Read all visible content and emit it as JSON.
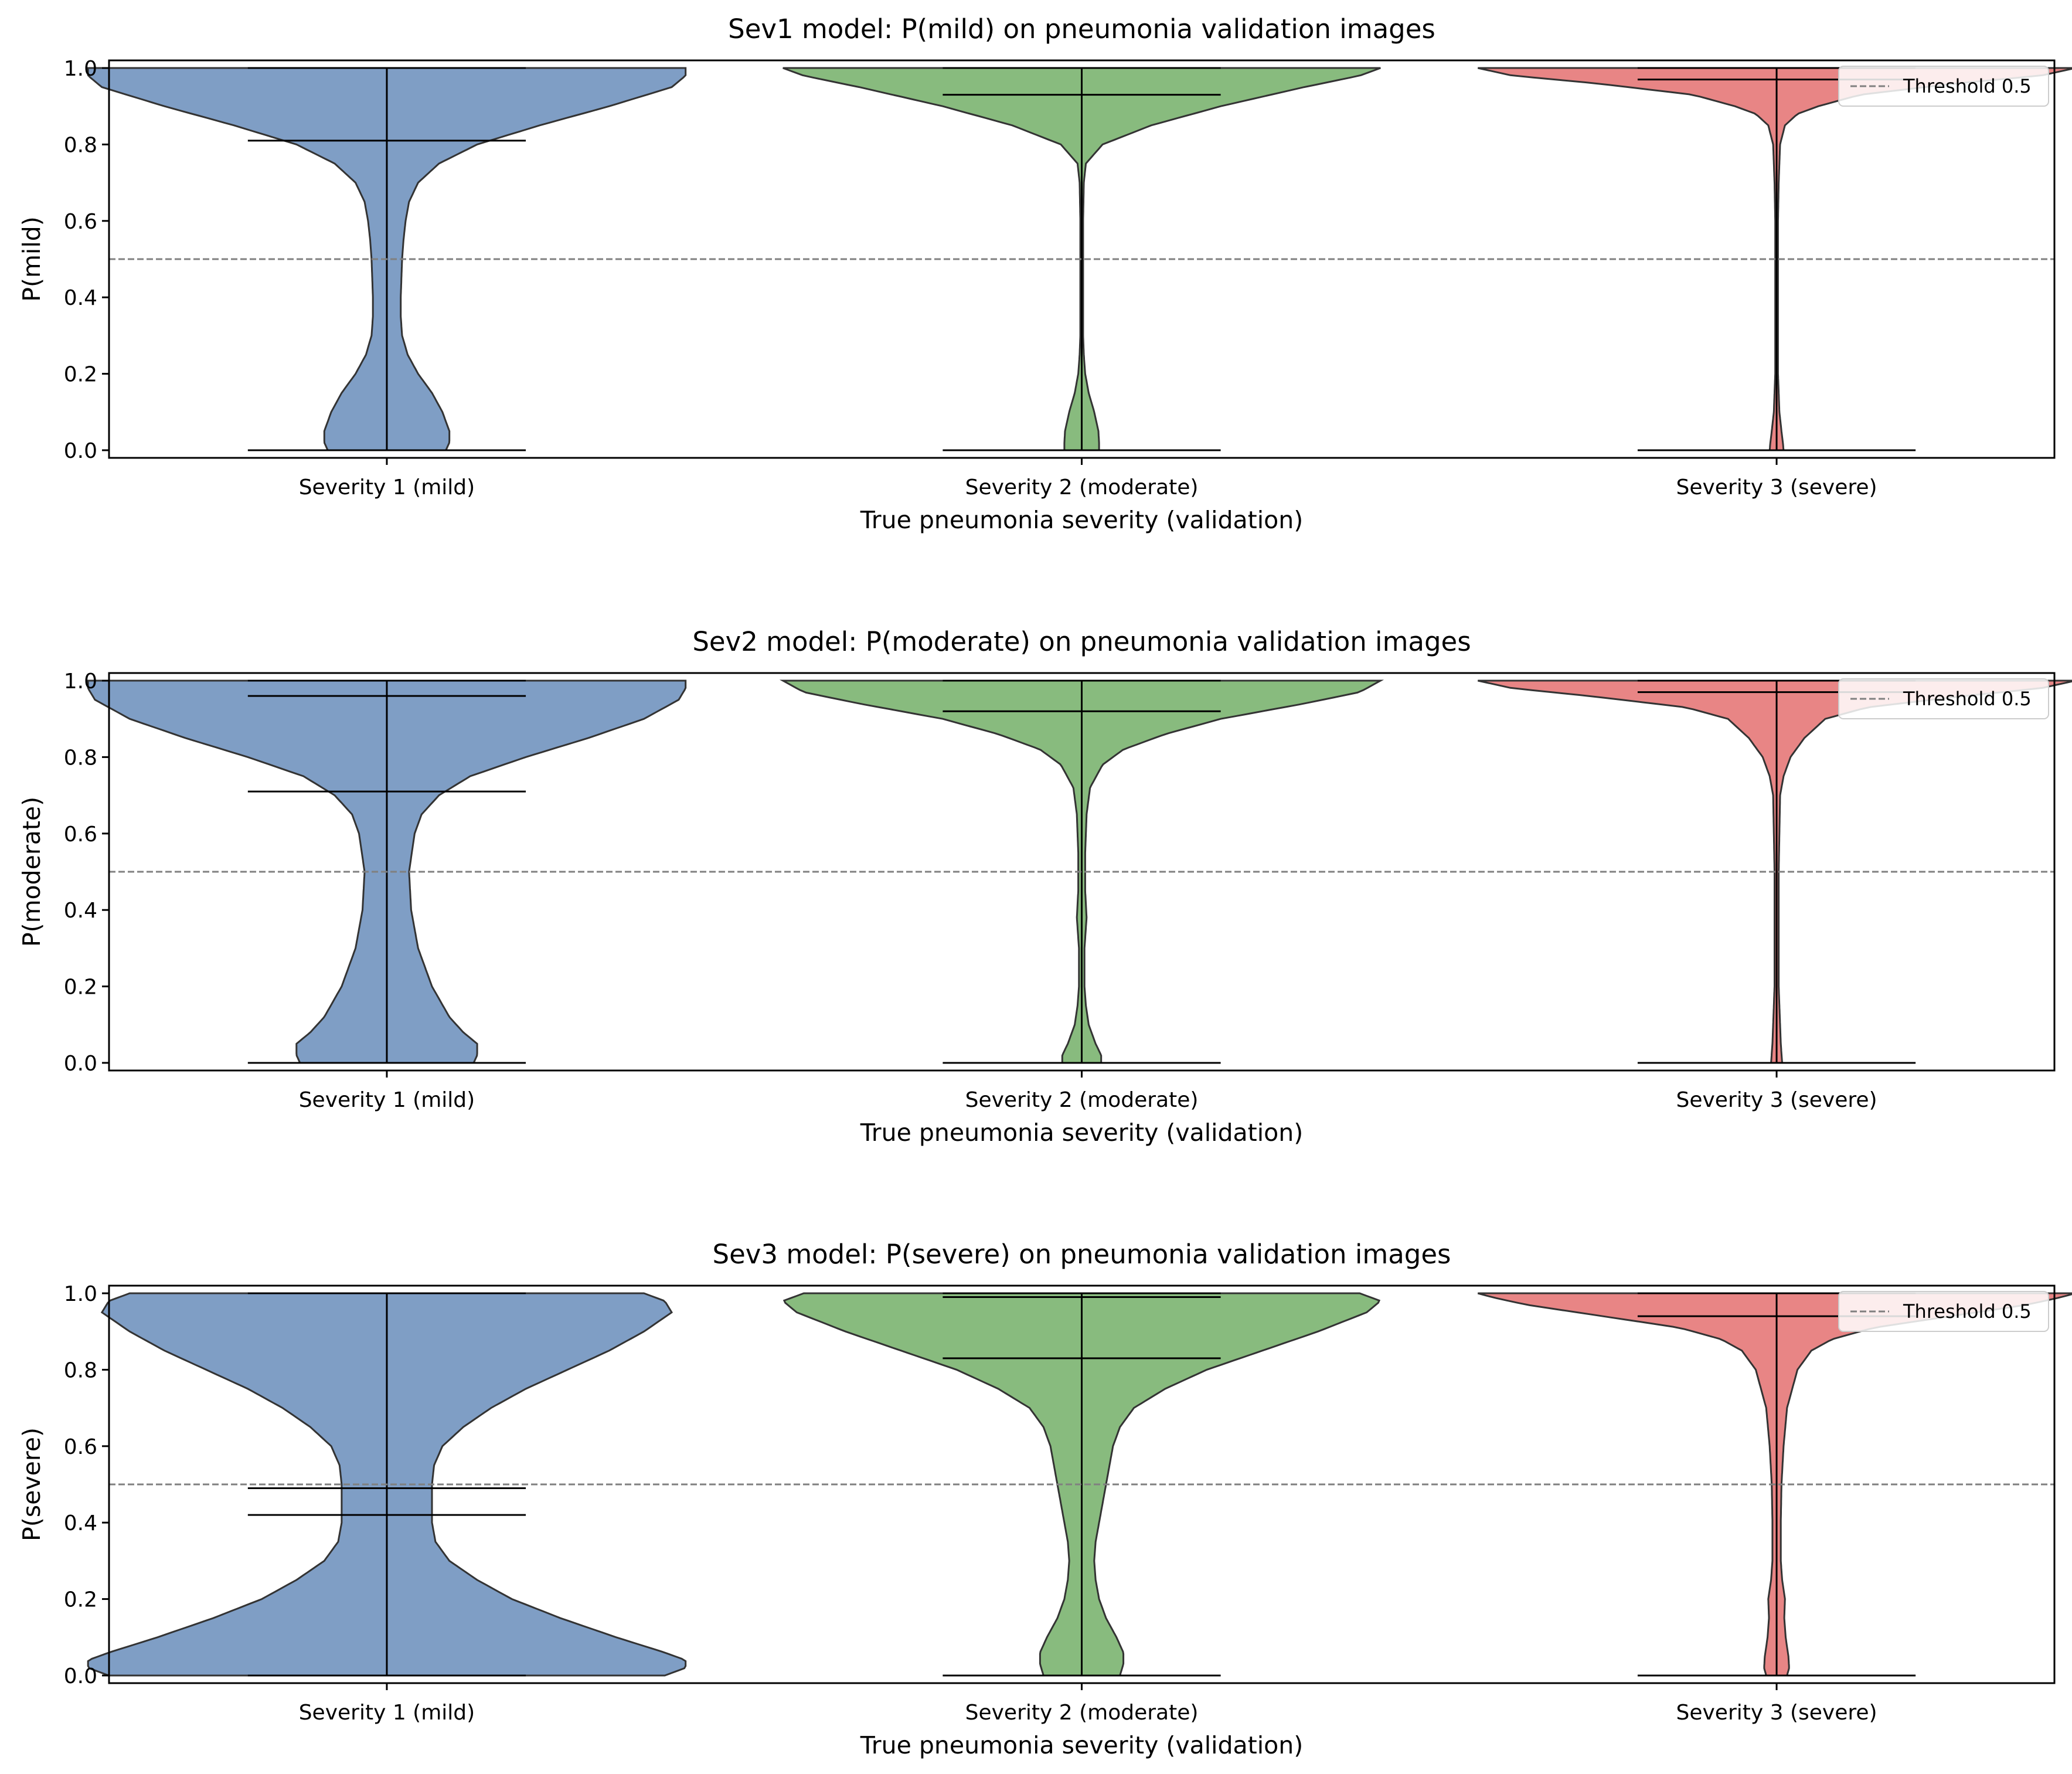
{
  "threshold": 0.5,
  "chart_data": [
    {
      "type": "violin",
      "title": "Sev1 model: P(mild) on pneumonia validation images",
      "xlabel": "True pneumonia severity (validation)",
      "ylabel": "P(mild)",
      "ylim": [
        -0.02,
        1.02
      ],
      "yticks": [
        "0.0",
        "0.2",
        "0.4",
        "0.6",
        "0.8",
        "1.0"
      ],
      "categories": [
        "Severity 1 (mild)",
        "Severity 2 (moderate)",
        "Severity 3 (severe)"
      ],
      "legend": {
        "label": "Threshold 0.5",
        "position": "top-right"
      },
      "series": [
        {
          "color": "#7f9ec5",
          "min": 0.0,
          "max": 1.0,
          "median": 0.81,
          "profile": [
            [
              0.0,
              0.085
            ],
            [
              0.02,
              0.09
            ],
            [
              0.05,
              0.09
            ],
            [
              0.1,
              0.08
            ],
            [
              0.15,
              0.065
            ],
            [
              0.2,
              0.045
            ],
            [
              0.25,
              0.03
            ],
            [
              0.3,
              0.022
            ],
            [
              0.35,
              0.02
            ],
            [
              0.4,
              0.02
            ],
            [
              0.45,
              0.021
            ],
            [
              0.5,
              0.022
            ],
            [
              0.55,
              0.024
            ],
            [
              0.6,
              0.027
            ],
            [
              0.65,
              0.032
            ],
            [
              0.7,
              0.045
            ],
            [
              0.75,
              0.075
            ],
            [
              0.8,
              0.13
            ],
            [
              0.85,
              0.22
            ],
            [
              0.9,
              0.32
            ],
            [
              0.95,
              0.41
            ],
            [
              0.98,
              0.43
            ],
            [
              1.0,
              0.43
            ]
          ]
        },
        {
          "color": "#88bb7e",
          "min": 0.0,
          "max": 1.0,
          "median": 0.93,
          "profile": [
            [
              0.0,
              0.025
            ],
            [
              0.02,
              0.025
            ],
            [
              0.05,
              0.024
            ],
            [
              0.1,
              0.018
            ],
            [
              0.15,
              0.01
            ],
            [
              0.2,
              0.005
            ],
            [
              0.25,
              0.003
            ],
            [
              0.3,
              0.002
            ],
            [
              0.4,
              0.002
            ],
            [
              0.5,
              0.002
            ],
            [
              0.6,
              0.002
            ],
            [
              0.7,
              0.003
            ],
            [
              0.75,
              0.006
            ],
            [
              0.8,
              0.03
            ],
            [
              0.85,
              0.1
            ],
            [
              0.9,
              0.2
            ],
            [
              0.95,
              0.32
            ],
            [
              0.98,
              0.4
            ],
            [
              1.0,
              0.43
            ]
          ]
        },
        {
          "color": "#e88585",
          "min": 0.0,
          "max": 1.0,
          "median": 0.97,
          "profile": [
            [
              0.0,
              0.01
            ],
            [
              0.02,
              0.009
            ],
            [
              0.05,
              0.007
            ],
            [
              0.1,
              0.004
            ],
            [
              0.2,
              0.002
            ],
            [
              0.4,
              0.002
            ],
            [
              0.6,
              0.002
            ],
            [
              0.7,
              0.003
            ],
            [
              0.8,
              0.005
            ],
            [
              0.85,
              0.012
            ],
            [
              0.88,
              0.03
            ],
            [
              0.9,
              0.06
            ],
            [
              0.93,
              0.12
            ],
            [
              0.96,
              0.26
            ],
            [
              0.98,
              0.38
            ],
            [
              1.0,
              0.43
            ]
          ]
        }
      ]
    },
    {
      "type": "violin",
      "title": "Sev2 model: P(moderate) on pneumonia validation images",
      "xlabel": "True pneumonia severity (validation)",
      "ylabel": "P(moderate)",
      "ylim": [
        -0.02,
        1.02
      ],
      "yticks": [
        "0.0",
        "0.2",
        "0.4",
        "0.6",
        "0.8",
        "1.0"
      ],
      "categories": [
        "Severity 1 (mild)",
        "Severity 2 (moderate)",
        "Severity 3 (severe)"
      ],
      "legend": {
        "label": "Threshold 0.5",
        "position": "top-right"
      },
      "series": [
        {
          "color": "#7f9ec5",
          "min": 0.0,
          "max": 1.0,
          "median": 0.71,
          "mean": 0.96,
          "profile": [
            [
              0.0,
              0.125
            ],
            [
              0.02,
              0.13
            ],
            [
              0.05,
              0.13
            ],
            [
              0.08,
              0.11
            ],
            [
              0.12,
              0.09
            ],
            [
              0.2,
              0.065
            ],
            [
              0.3,
              0.045
            ],
            [
              0.4,
              0.035
            ],
            [
              0.5,
              0.032
            ],
            [
              0.6,
              0.04
            ],
            [
              0.65,
              0.05
            ],
            [
              0.7,
              0.075
            ],
            [
              0.75,
              0.12
            ],
            [
              0.8,
              0.2
            ],
            [
              0.85,
              0.29
            ],
            [
              0.9,
              0.37
            ],
            [
              0.95,
              0.42
            ],
            [
              0.98,
              0.43
            ],
            [
              1.0,
              0.43
            ]
          ]
        },
        {
          "color": "#88bb7e",
          "min": 0.0,
          "max": 1.0,
          "median": 0.92,
          "profile": [
            [
              0.0,
              0.028
            ],
            [
              0.02,
              0.028
            ],
            [
              0.05,
              0.02
            ],
            [
              0.1,
              0.01
            ],
            [
              0.15,
              0.006
            ],
            [
              0.2,
              0.004
            ],
            [
              0.3,
              0.004
            ],
            [
              0.38,
              0.007
            ],
            [
              0.45,
              0.005
            ],
            [
              0.55,
              0.005
            ],
            [
              0.65,
              0.007
            ],
            [
              0.72,
              0.012
            ],
            [
              0.78,
              0.03
            ],
            [
              0.82,
              0.06
            ],
            [
              0.86,
              0.12
            ],
            [
              0.9,
              0.2
            ],
            [
              0.94,
              0.32
            ],
            [
              0.97,
              0.4
            ],
            [
              1.0,
              0.43
            ]
          ]
        },
        {
          "color": "#e88585",
          "min": 0.0,
          "max": 1.0,
          "median": 0.97,
          "profile": [
            [
              0.0,
              0.008
            ],
            [
              0.05,
              0.006
            ],
            [
              0.2,
              0.003
            ],
            [
              0.5,
              0.003
            ],
            [
              0.7,
              0.005
            ],
            [
              0.75,
              0.01
            ],
            [
              0.8,
              0.02
            ],
            [
              0.85,
              0.04
            ],
            [
              0.9,
              0.07
            ],
            [
              0.93,
              0.13
            ],
            [
              0.96,
              0.27
            ],
            [
              0.98,
              0.38
            ],
            [
              1.0,
              0.43
            ]
          ]
        }
      ]
    },
    {
      "type": "violin",
      "title": "Sev3 model: P(severe) on pneumonia validation images",
      "xlabel": "True pneumonia severity (validation)",
      "ylabel": "P(severe)",
      "ylim": [
        -0.02,
        1.02
      ],
      "yticks": [
        "0.0",
        "0.2",
        "0.4",
        "0.6",
        "0.8",
        "1.0"
      ],
      "categories": [
        "Severity 1 (mild)",
        "Severity 2 (moderate)",
        "Severity 3 (severe)"
      ],
      "legend": {
        "label": "Threshold 0.5",
        "position": "top-right"
      },
      "series": [
        {
          "color": "#7f9ec5",
          "min": 0.0,
          "max": 1.0,
          "median": 0.42,
          "mean": 0.49,
          "profile": [
            [
              0.0,
              0.4
            ],
            [
              0.02,
              0.43
            ],
            [
              0.04,
              0.43
            ],
            [
              0.06,
              0.4
            ],
            [
              0.1,
              0.33
            ],
            [
              0.15,
              0.25
            ],
            [
              0.2,
              0.18
            ],
            [
              0.25,
              0.13
            ],
            [
              0.3,
              0.09
            ],
            [
              0.35,
              0.07
            ],
            [
              0.4,
              0.065
            ],
            [
              0.45,
              0.065
            ],
            [
              0.5,
              0.065
            ],
            [
              0.55,
              0.068
            ],
            [
              0.6,
              0.08
            ],
            [
              0.65,
              0.11
            ],
            [
              0.7,
              0.15
            ],
            [
              0.75,
              0.2
            ],
            [
              0.8,
              0.26
            ],
            [
              0.85,
              0.32
            ],
            [
              0.9,
              0.37
            ],
            [
              0.95,
              0.41
            ],
            [
              0.98,
              0.4
            ],
            [
              1.0,
              0.37
            ]
          ]
        },
        {
          "color": "#88bb7e",
          "min": 0.0,
          "max": 1.0,
          "median": 0.83,
          "mean": 0.99,
          "profile": [
            [
              0.0,
              0.055
            ],
            [
              0.03,
              0.06
            ],
            [
              0.06,
              0.06
            ],
            [
              0.1,
              0.05
            ],
            [
              0.15,
              0.035
            ],
            [
              0.2,
              0.025
            ],
            [
              0.25,
              0.02
            ],
            [
              0.3,
              0.018
            ],
            [
              0.35,
              0.02
            ],
            [
              0.4,
              0.025
            ],
            [
              0.5,
              0.035
            ],
            [
              0.6,
              0.045
            ],
            [
              0.65,
              0.055
            ],
            [
              0.7,
              0.075
            ],
            [
              0.75,
              0.12
            ],
            [
              0.8,
              0.18
            ],
            [
              0.85,
              0.26
            ],
            [
              0.9,
              0.34
            ],
            [
              0.95,
              0.41
            ],
            [
              0.98,
              0.43
            ],
            [
              1.0,
              0.4
            ]
          ]
        },
        {
          "color": "#e88585",
          "min": 0.0,
          "max": 1.0,
          "median": 0.94,
          "profile": [
            [
              0.0,
              0.015
            ],
            [
              0.02,
              0.018
            ],
            [
              0.05,
              0.017
            ],
            [
              0.1,
              0.013
            ],
            [
              0.15,
              0.011
            ],
            [
              0.2,
              0.012
            ],
            [
              0.25,
              0.008
            ],
            [
              0.3,
              0.006
            ],
            [
              0.4,
              0.006
            ],
            [
              0.5,
              0.007
            ],
            [
              0.6,
              0.01
            ],
            [
              0.7,
              0.015
            ],
            [
              0.8,
              0.03
            ],
            [
              0.85,
              0.05
            ],
            [
              0.88,
              0.08
            ],
            [
              0.91,
              0.14
            ],
            [
              0.94,
              0.25
            ],
            [
              0.97,
              0.36
            ],
            [
              0.99,
              0.41
            ],
            [
              1.0,
              0.43
            ]
          ]
        }
      ]
    }
  ]
}
